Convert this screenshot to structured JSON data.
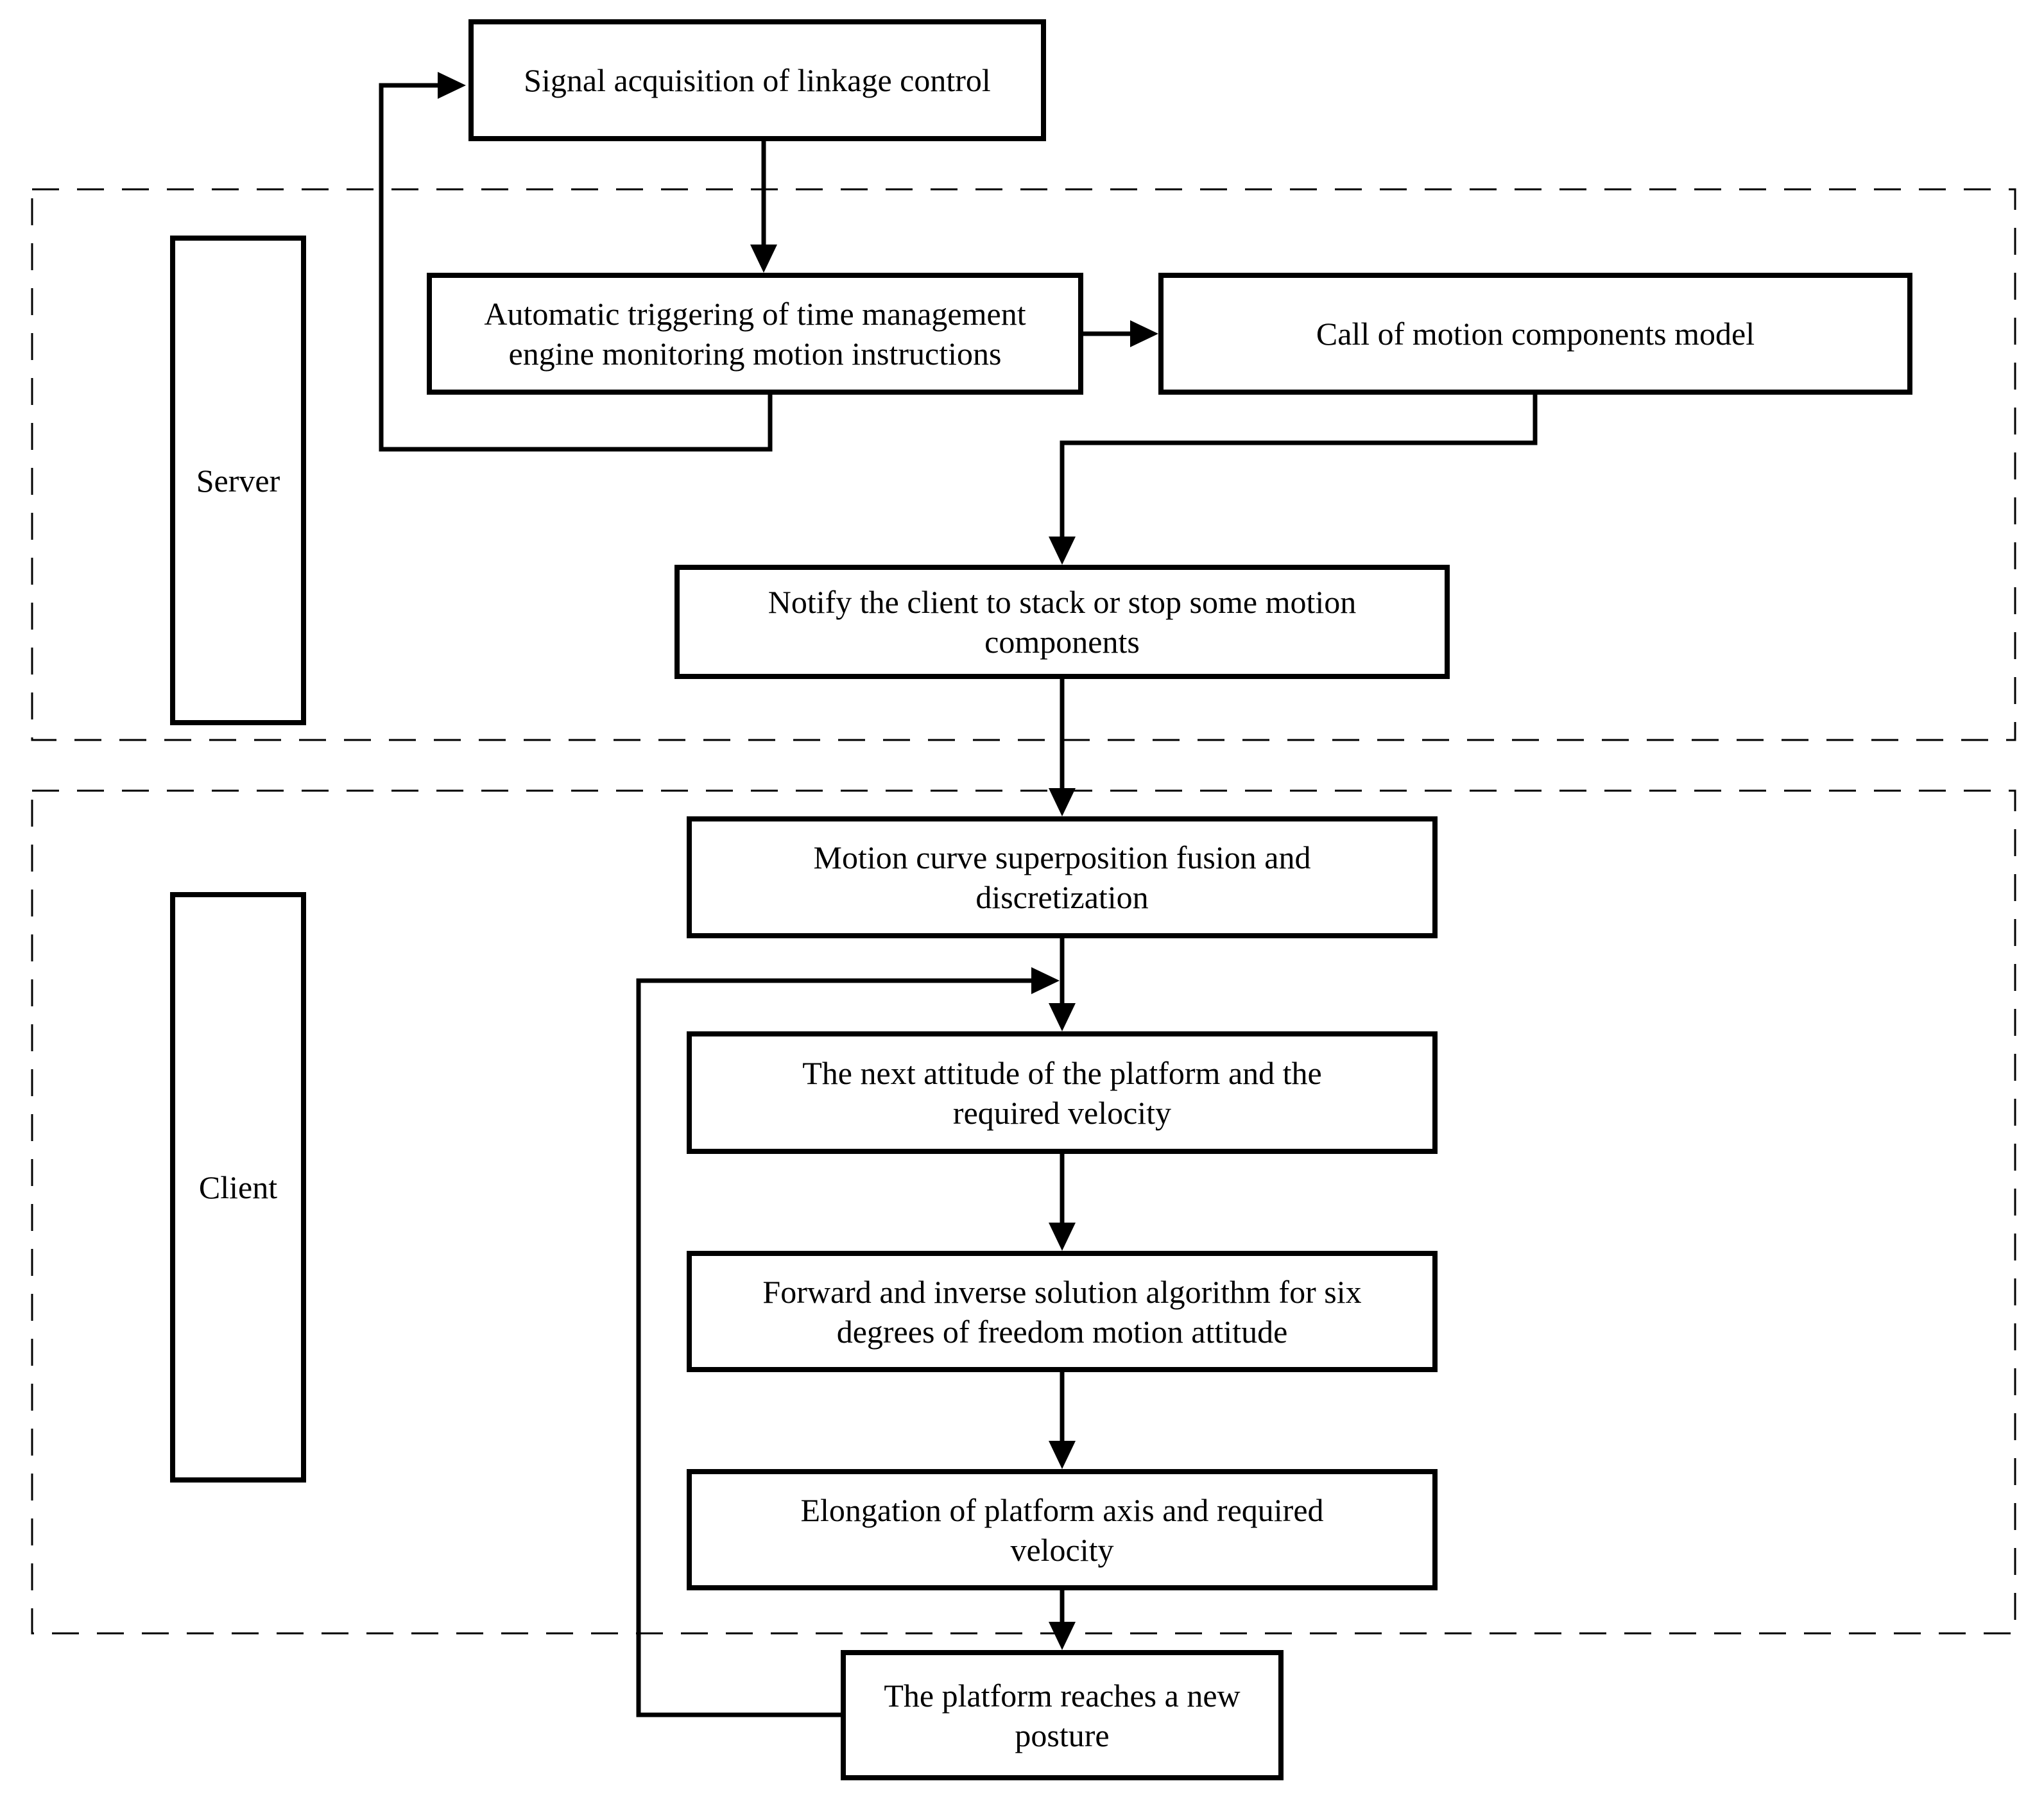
{
  "diagram": {
    "type": "flowchart",
    "lanes": {
      "server": {
        "label": "Server"
      },
      "client": {
        "label": "Client"
      }
    },
    "nodes": {
      "signal": {
        "lines": [
          "Signal acquisition of linkage control"
        ]
      },
      "auto_trigger": {
        "lines": [
          "Automatic triggering of time management",
          "engine monitoring motion instructions"
        ]
      },
      "call_model": {
        "lines": [
          "Call of motion components model"
        ]
      },
      "notify": {
        "lines": [
          "Notify the client to stack or stop some motion",
          "components"
        ]
      },
      "motion_curve": {
        "lines": [
          "Motion curve superposition fusion and",
          "discretization"
        ]
      },
      "next_attitude": {
        "lines": [
          "The next attitude of the platform and the",
          "required velocity"
        ]
      },
      "forward_inverse": {
        "lines": [
          "Forward and inverse solution algorithm for six",
          "degrees of freedom motion attitude"
        ]
      },
      "elongation": {
        "lines": [
          "Elongation of platform axis and required",
          "velocity"
        ]
      },
      "platform_new": {
        "lines": [
          "The platform reaches a new",
          "posture"
        ]
      }
    },
    "edges": [
      {
        "from": "signal",
        "to": "auto_trigger",
        "type": "flow"
      },
      {
        "from": "auto_trigger",
        "to": "call_model",
        "type": "flow"
      },
      {
        "from": "call_model",
        "to": "notify",
        "type": "flow"
      },
      {
        "from": "notify",
        "to": "motion_curve",
        "type": "flow"
      },
      {
        "from": "motion_curve",
        "to": "next_attitude",
        "type": "flow"
      },
      {
        "from": "next_attitude",
        "to": "forward_inverse",
        "type": "flow"
      },
      {
        "from": "forward_inverse",
        "to": "elongation",
        "type": "flow"
      },
      {
        "from": "elongation",
        "to": "platform_new",
        "type": "flow"
      },
      {
        "from": "auto_trigger",
        "to": "signal",
        "type": "feedback"
      },
      {
        "from": "platform_new",
        "to": "next_attitude",
        "type": "feedback"
      }
    ],
    "colors": {
      "line": "#000000",
      "ink": "#000000",
      "bg": "#ffffff"
    }
  }
}
